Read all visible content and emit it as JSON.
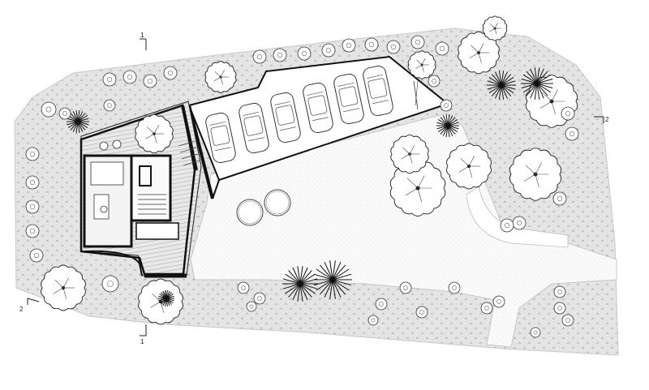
{
  "section_markers": [
    {
      "id": "top",
      "label": "1"
    },
    {
      "id": "bottom",
      "label": "1"
    },
    {
      "id": "right",
      "label": "2"
    },
    {
      "id": "left",
      "label": "2"
    }
  ],
  "parking": {
    "car_count": 6
  },
  "colors": {
    "ground": "#e3e3e3",
    "paving": "#ffffff",
    "line": "#1a1a1a",
    "wall": "#111111",
    "deck": "#d6d6d6"
  }
}
